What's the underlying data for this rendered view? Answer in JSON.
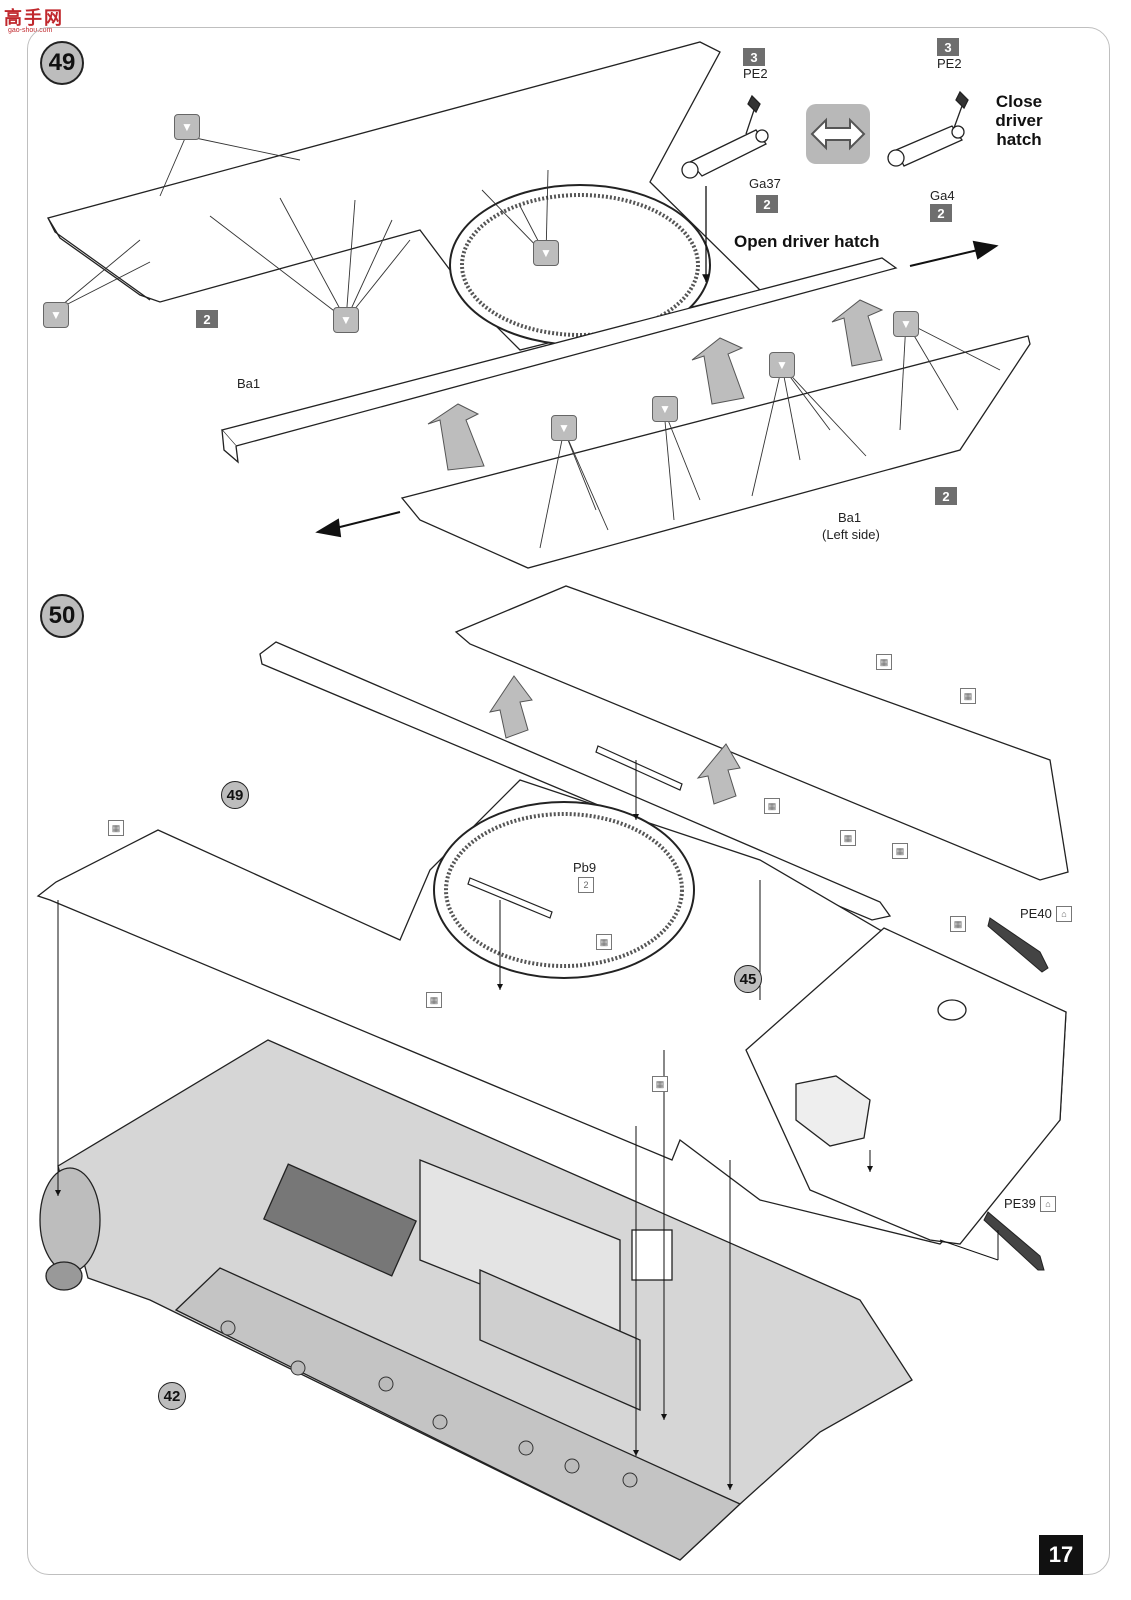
{
  "watermark": {
    "logo_text": "高手网",
    "logo_url": "gao-shou.com"
  },
  "page_number": "17",
  "step49": {
    "number": "49",
    "labels": {
      "pe2_top_left": "PE2",
      "pe2_top_right": "PE2",
      "ga37": "Ga37",
      "ga4": "Ga4",
      "open_driver_hatch": "Open driver hatch",
      "close_driver_hatch": "Close driver hatch",
      "ba1": "Ba1",
      "ba1_left": "Ba1",
      "left_side": "(Left side)"
    },
    "badges": {
      "pe_sheet_left": "3",
      "pe_sheet_right": "3",
      "ga37_count": "2",
      "ga4_count": "2",
      "left_panel_count": "2",
      "right_panel_count": "2"
    }
  },
  "step50": {
    "number": "50",
    "labels": {
      "pb9": "Pb9",
      "pb9_qty": "2",
      "pe40": "PE40",
      "pe39": "PE39"
    },
    "refs": {
      "ref49": "49",
      "ref45": "45",
      "ref42": "42"
    }
  }
}
